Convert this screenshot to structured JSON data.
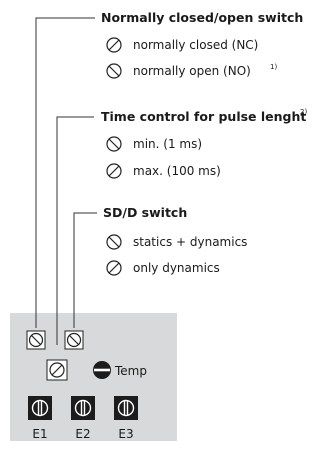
{
  "groups": [
    {
      "title": "Normally closed/open switch",
      "title_note": "",
      "options": [
        {
          "icon": "switch-closed-icon",
          "label": "normally closed (NC)",
          "note": ""
        },
        {
          "icon": "switch-open-icon",
          "label": "normally open (NO)",
          "note": "1)"
        }
      ]
    },
    {
      "title": "Time control for pulse lenght",
      "title_note": "2)",
      "options": [
        {
          "icon": "switch-open-icon",
          "label": "min. (1 ms)",
          "note": ""
        },
        {
          "icon": "switch-closed-icon",
          "label": "max. (100 ms)",
          "note": ""
        }
      ]
    },
    {
      "title": "SD/D switch",
      "title_note": "",
      "options": [
        {
          "icon": "switch-open-icon",
          "label": "statics + dynamics",
          "note": ""
        },
        {
          "icon": "switch-closed-icon",
          "label": "only dynamics",
          "note": ""
        }
      ]
    }
  ],
  "panel": {
    "temp_label": "Temp",
    "terminals": [
      "E1",
      "E2",
      "E3"
    ]
  },
  "colors": {
    "panel_bg": "#d8d9da",
    "terminal_bg": "#1c1c1c",
    "line": "#333333"
  }
}
